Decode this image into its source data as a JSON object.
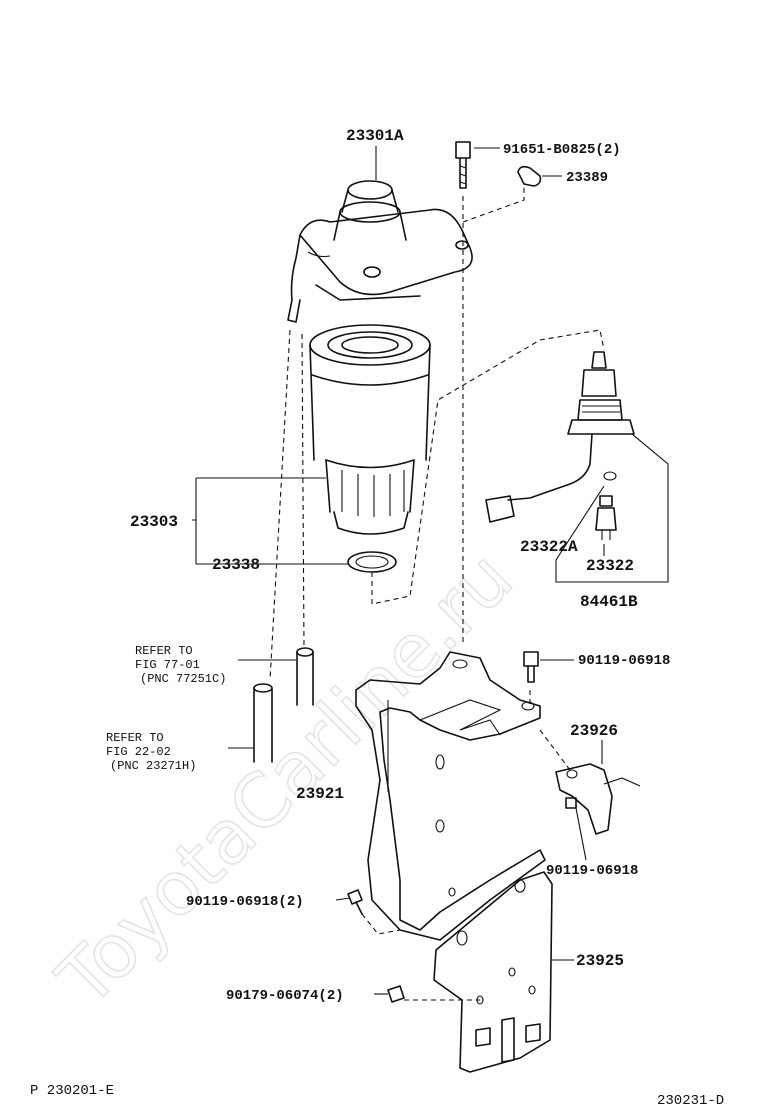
{
  "watermark": "ToyotaCarline.ru",
  "labels": {
    "housing": "23301A",
    "bolt_top": "91651-B0825(2)",
    "clamp_top": "23389",
    "element": "23303",
    "o_ring": "23338",
    "switch_a": "23322A",
    "switch": "23322",
    "warn_assy": "84461B",
    "bolt_bracket": "90119-06918",
    "bracket_small": "23926",
    "bracket_main": "23921",
    "bolt_small": "90119-06918",
    "bolt_left": "90119-06918(2)",
    "bracket_plate": "23925",
    "nut_left": "90179-06074(2)"
  },
  "refs": [
    {
      "line1": "REFER TO",
      "line2": "FIG 77-01",
      "line3": "(PNC 77251C)"
    },
    {
      "line1": "REFER TO",
      "line2": "FIG 22-02",
      "line3": "(PNC 23271H)"
    }
  ],
  "footer": {
    "left": "P 230201-E",
    "right": "230231-D"
  }
}
